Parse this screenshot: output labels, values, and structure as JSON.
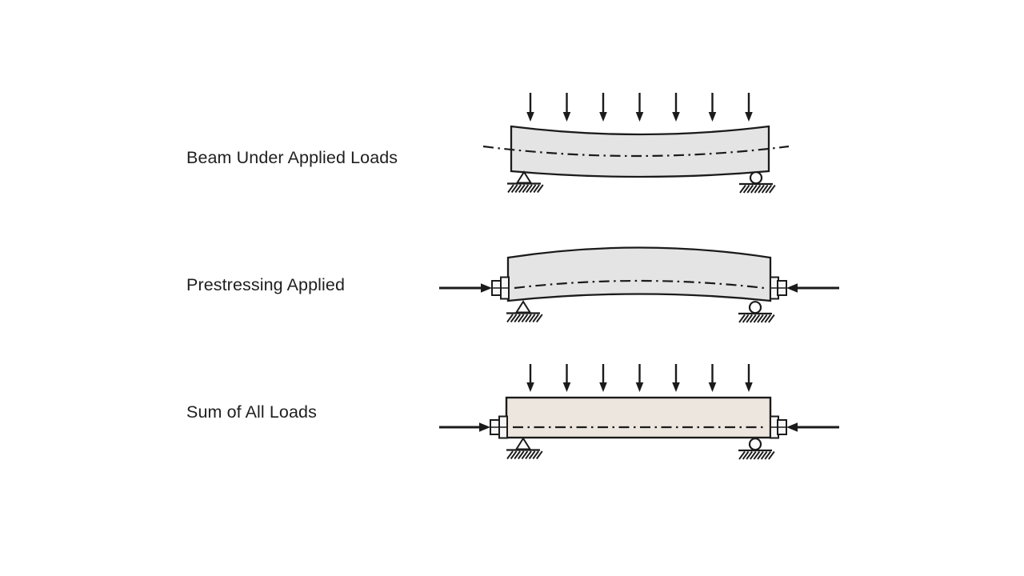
{
  "page": {
    "background": "#ffffff",
    "kind": "prestressed-beam-concept-diagram"
  },
  "colors": {
    "line": "#1b1b1b",
    "beam_fill_gray": "#e4e4e4",
    "beam_fill_tan": "#ece6df",
    "hardware_fill": "#f7f7f7",
    "label_text": "#1f1f1f"
  },
  "icons": {
    "load-arrow-icon": "↓",
    "prestress-arrow-right-icon": "→",
    "prestress-arrow-left-icon": "←",
    "pin-support-icon": "triangle-on-hatched-ground",
    "roller-support-icon": "circle-on-hatched-ground",
    "anchorage-icon": "stepped-end-block",
    "centroid-axis-line": "dash-dot"
  },
  "rows": [
    {
      "label": "Beam Under Applied Loads",
      "shape": "sag",
      "load_arrows": 7,
      "prestress_arrows": false,
      "beam_fill": "#e4e4e4",
      "centerline": "dash-dot",
      "centerline_extends_past_ends": true,
      "left_support": "pin",
      "right_support": "roller"
    },
    {
      "label": "Prestressing Applied",
      "shape": "camber",
      "load_arrows": 0,
      "prestress_arrows": true,
      "beam_fill": "#e4e4e4",
      "centerline": "dash-dot",
      "centerline_extends_past_ends": false,
      "left_support": "pin",
      "right_support": "roller"
    },
    {
      "label": "Sum of All Loads",
      "shape": "straight",
      "load_arrows": 7,
      "prestress_arrows": true,
      "beam_fill": "#ece6df",
      "centerline": "dash-dot",
      "centerline_extends_past_ends": false,
      "left_support": "pin",
      "right_support": "roller"
    }
  ]
}
